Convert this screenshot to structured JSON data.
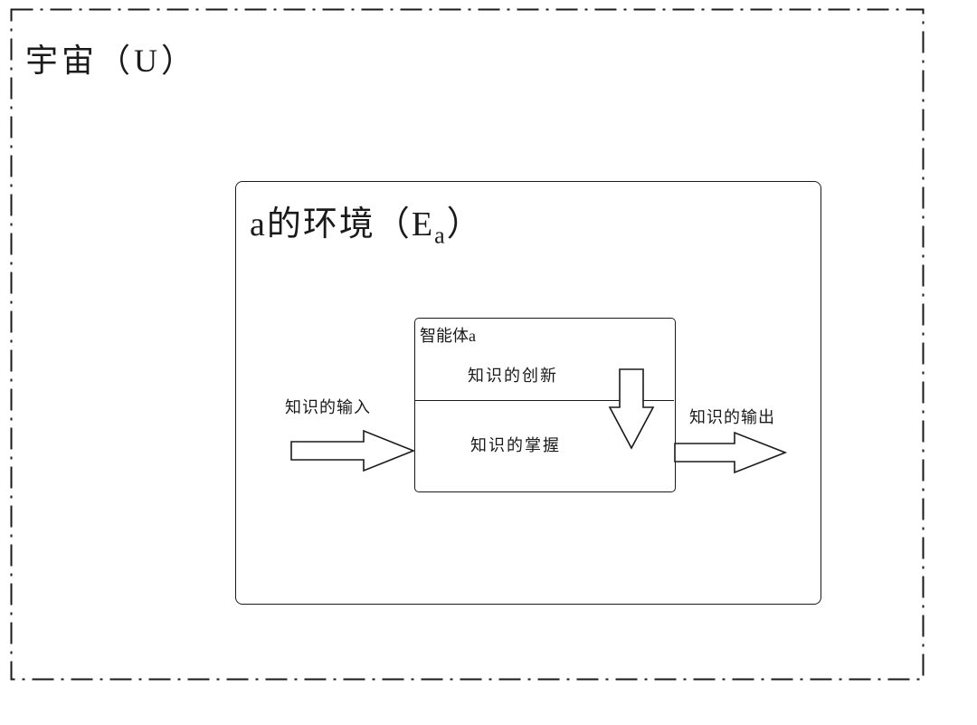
{
  "diagram": {
    "universe_label": "宇宙（U）",
    "environment": {
      "prefix": "a的环境（E",
      "subscript": "a",
      "suffix": "）"
    },
    "agent": {
      "title": "智能体a",
      "innovation_label": "知识的创新",
      "mastery_label": "知识的掌握"
    },
    "input_label": "知识的输入",
    "output_label": "知识的输出",
    "colors": {
      "line": "#1a1a1a",
      "background": "#ffffff"
    }
  }
}
